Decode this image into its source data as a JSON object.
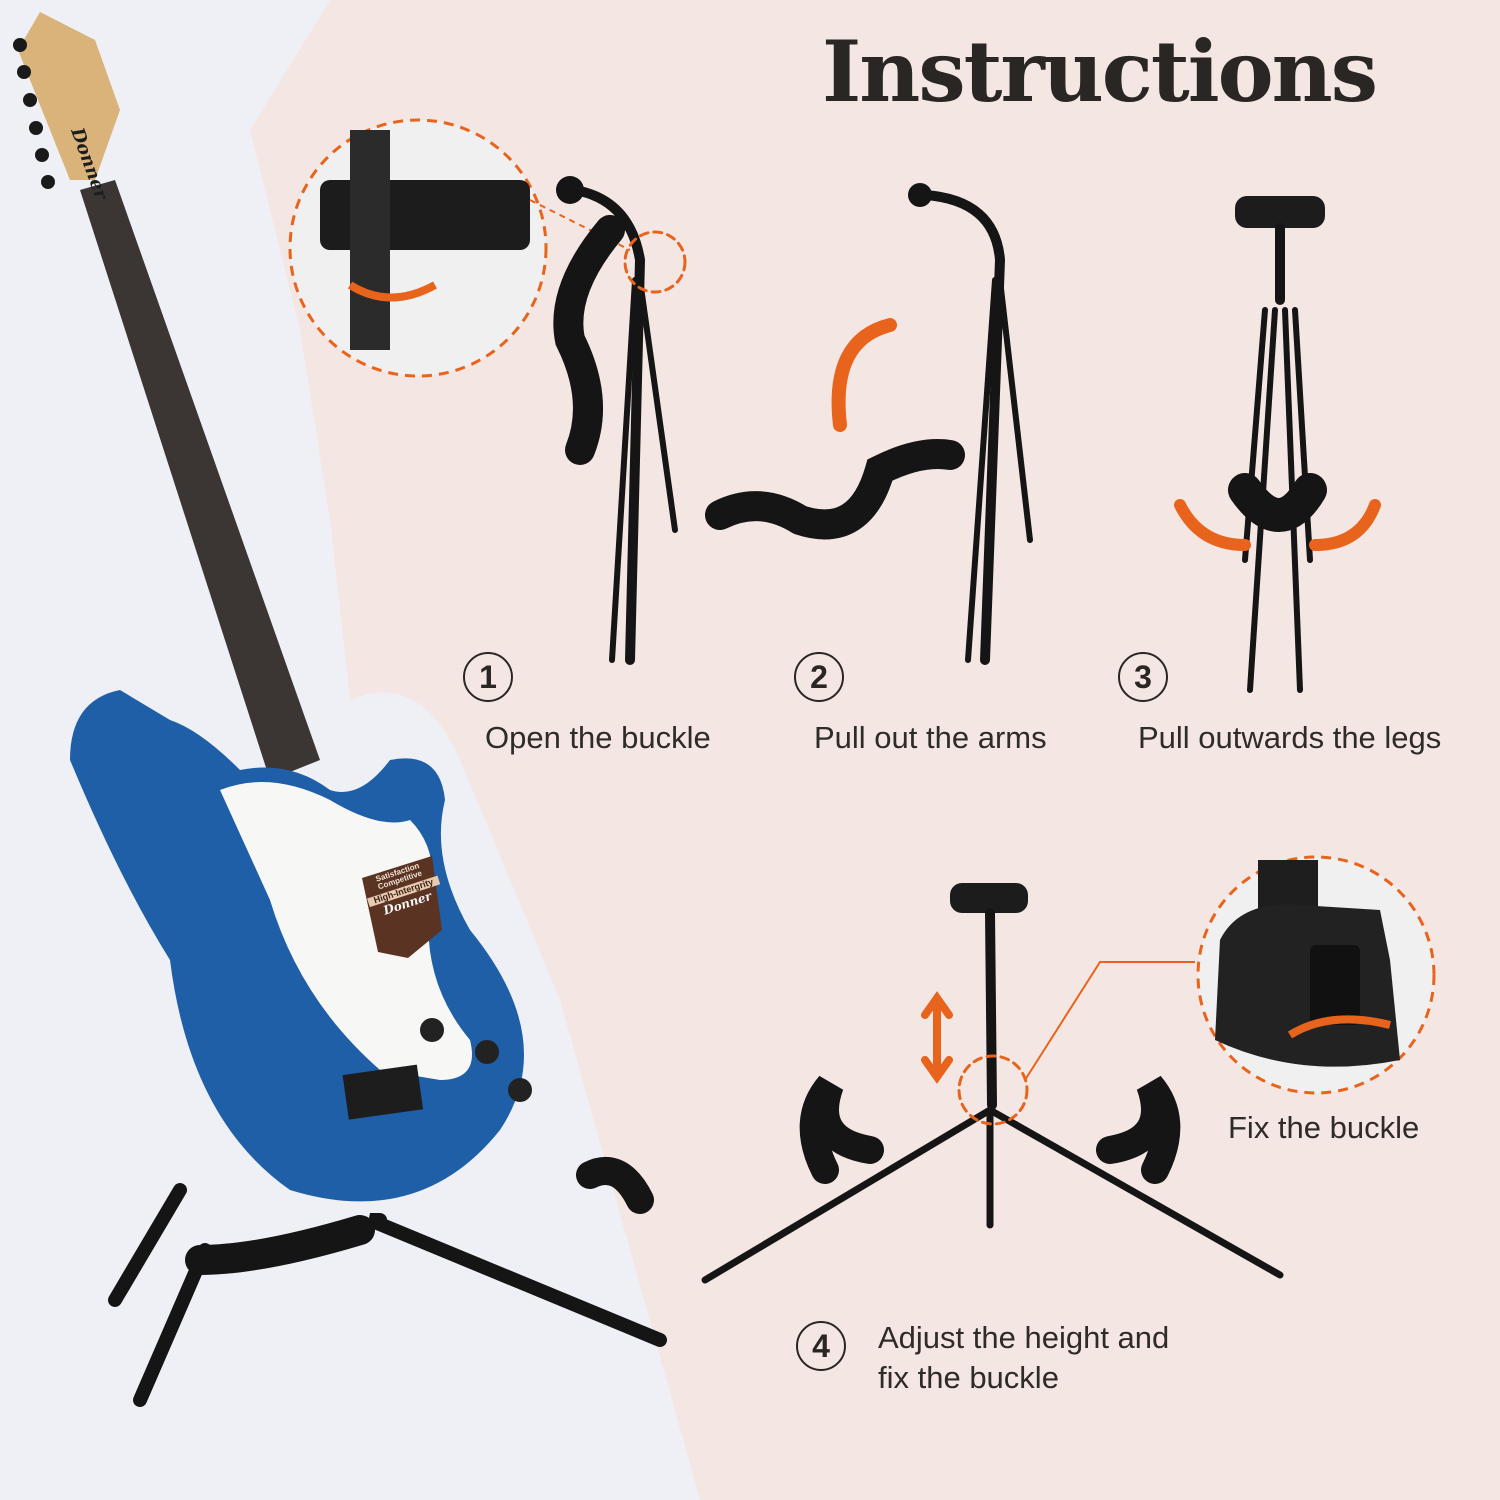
{
  "title": "Instructions",
  "steps": [
    {
      "number": "1",
      "label": "Open the buckle"
    },
    {
      "number": "2",
      "label": "Pull out the arms"
    },
    {
      "number": "3",
      "label": "Pull outwards the legs"
    },
    {
      "number": "4",
      "label_line1": "Adjust the height and",
      "label_line2": "fix the buckle"
    }
  ],
  "detail_caption": "Fix the buckle",
  "guitar_badge": {
    "line1": "Satisfaction",
    "line2": "Competitive",
    "line3": "High-Intergrity",
    "brand": "Donner"
  },
  "headstock_brand": "Donner",
  "colors": {
    "accent": "#e8631c",
    "background": "#f4e7e3",
    "backdrop": "#eef0f6",
    "guitar": "#1f5fa8"
  }
}
